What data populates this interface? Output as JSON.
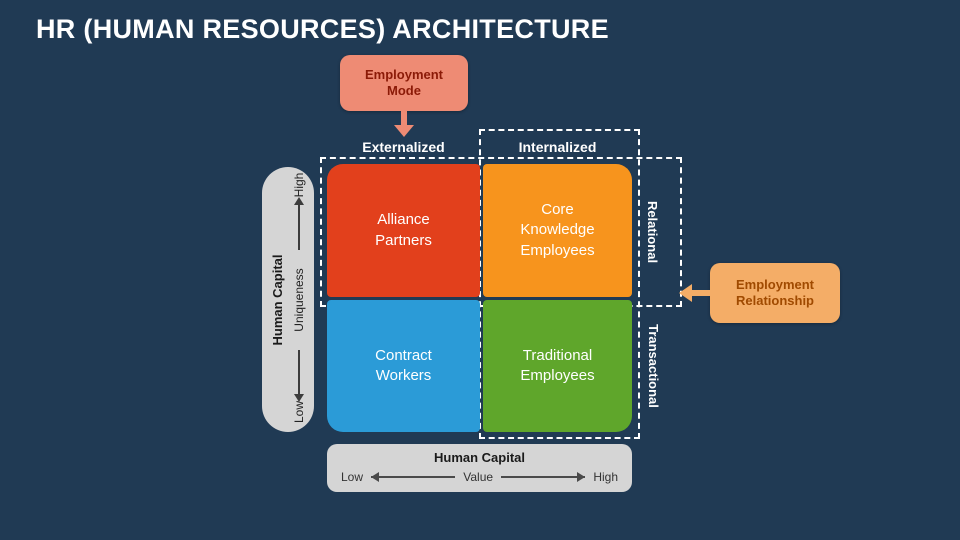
{
  "slide": {
    "title": "HR (HUMAN RESOURCES) ARCHITECTURE",
    "background": "#203A54"
  },
  "callouts": {
    "employment_mode": {
      "label": "Employment Mode",
      "bg": "#EE8B74",
      "text": "#8B1A07"
    },
    "employment_relationship": {
      "label": "Employment Relationship",
      "bg": "#F4AD67",
      "text": "#A04A00"
    }
  },
  "matrix": {
    "column_headers": [
      {
        "label": "Externalized"
      },
      {
        "label": "Internalized"
      }
    ],
    "row_headers": [
      {
        "label": "Relational"
      },
      {
        "label": "Transactional"
      }
    ],
    "quadrants": [
      {
        "label": "Alliance Partners",
        "color": "#E2401C"
      },
      {
        "label": "Core Knowledge Employees",
        "color": "#F7941D"
      },
      {
        "label": "Contract Workers",
        "color": "#2B9BD7"
      },
      {
        "label": "Traditional Employees",
        "color": "#5FA62B"
      }
    ]
  },
  "axes": {
    "vertical": {
      "title": "Human Capital",
      "dimension": "Uniqueness",
      "high_label": "High",
      "low_label": "Low"
    },
    "horizontal": {
      "title": "Human Capital",
      "dimension": "Value",
      "low_label": "Low",
      "high_label": "High"
    }
  }
}
